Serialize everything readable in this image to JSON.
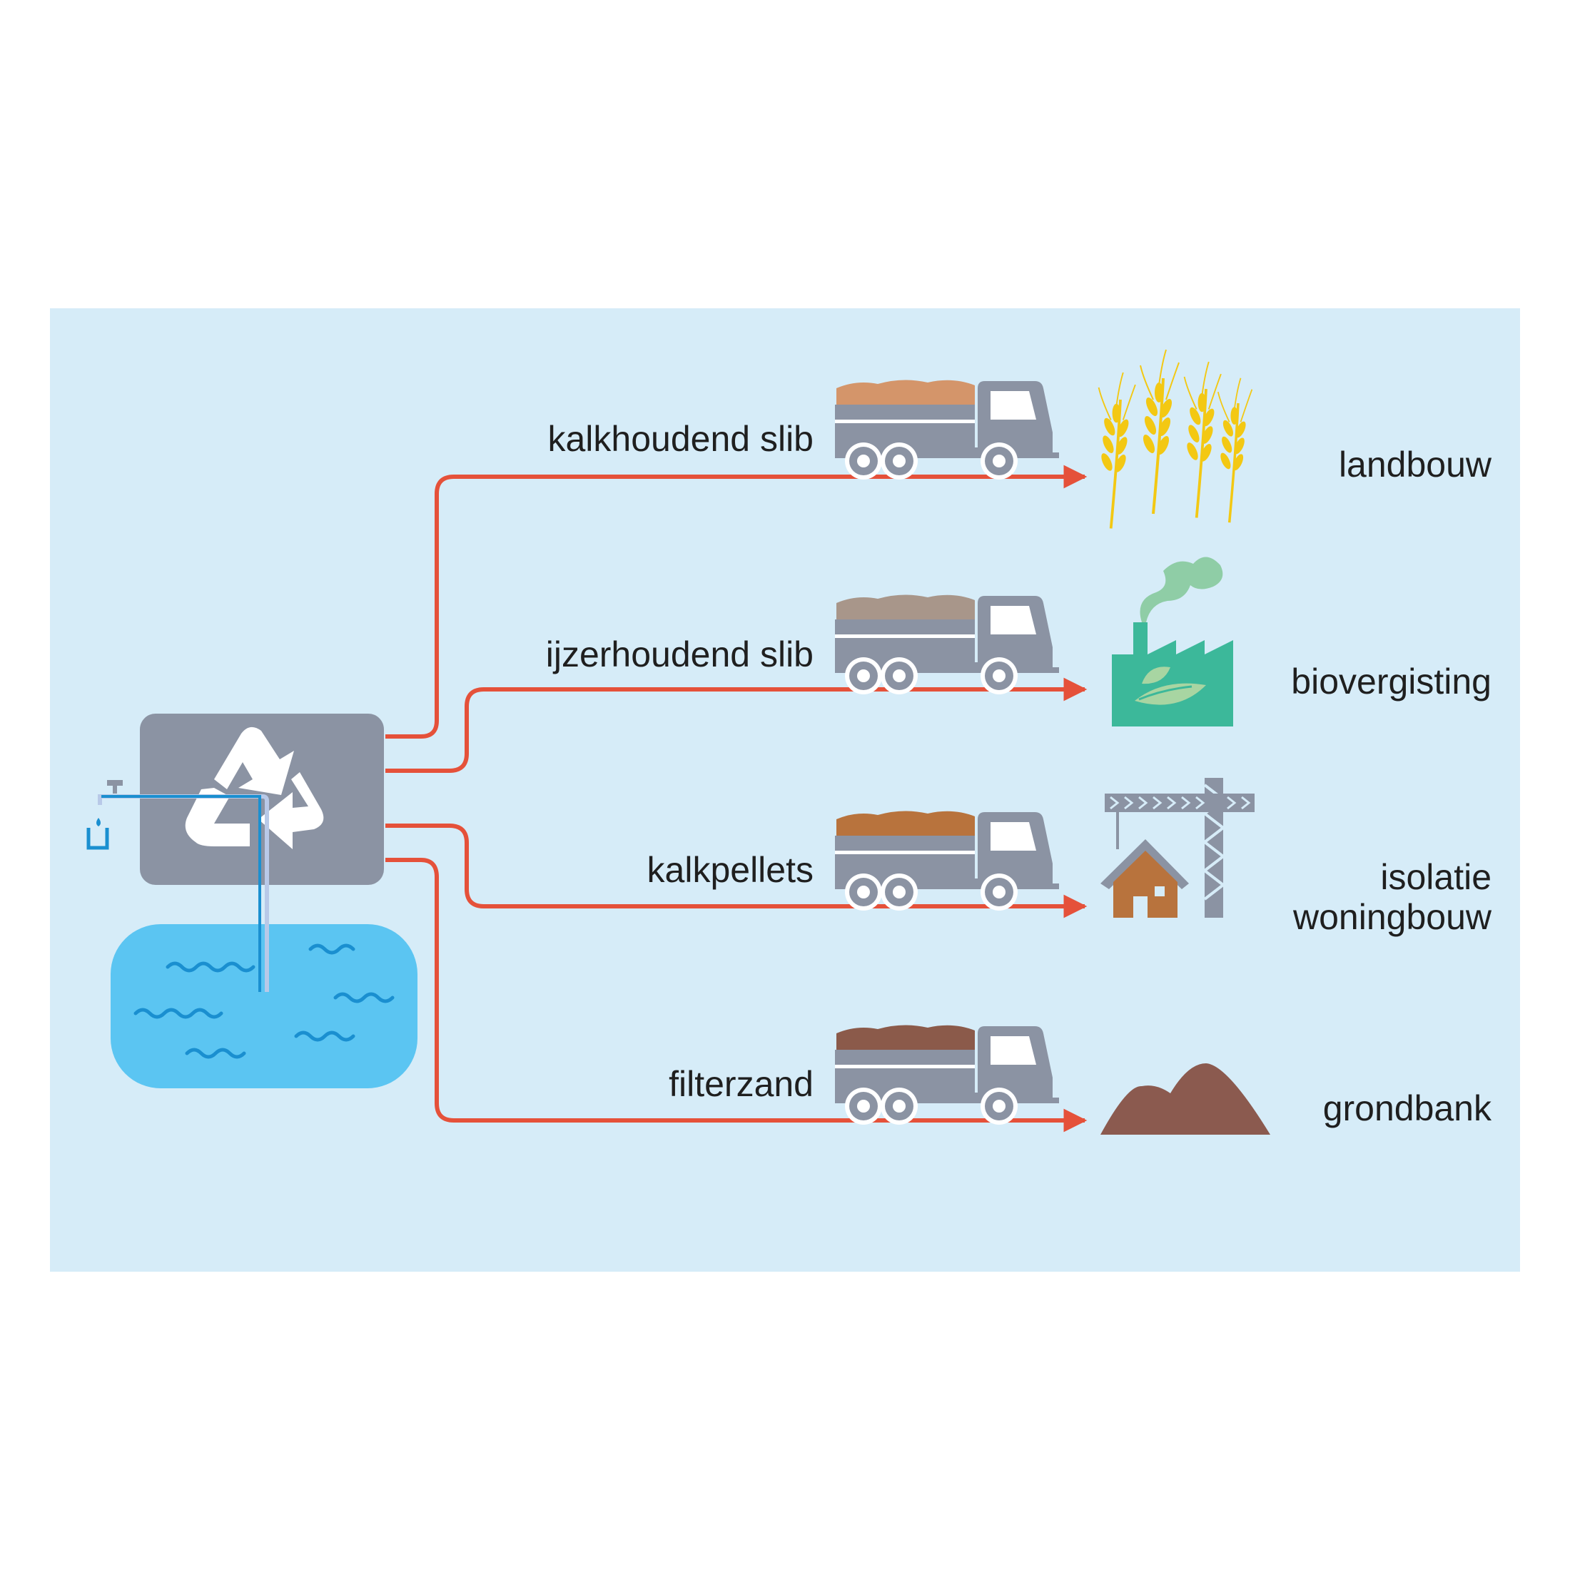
{
  "flows": [
    {
      "material": "kalkhoudend slib",
      "destination": [
        "landbouw"
      ],
      "load_color": "#d4956a",
      "destination_icon": "wheat-icon"
    },
    {
      "material": "ijzerhoudend slib",
      "destination": [
        "biovergisting"
      ],
      "load_color": "#a8968a",
      "destination_icon": "biogas-factory-icon"
    },
    {
      "material": "kalkpellets",
      "destination": [
        "isolatie",
        "woningbouw"
      ],
      "load_color": "#b8733d",
      "destination_icon": "house-crane-icon"
    },
    {
      "material": "filterzand",
      "destination": [
        "grondbank"
      ],
      "load_color": "#8b5a4a",
      "destination_icon": "soil-heap-icon"
    }
  ],
  "source": {
    "plant_icon": "recycle-icon",
    "tap_icon": "water-tap-icon",
    "reservoir_icon": "water-reservoir-icon"
  },
  "colors": {
    "background": "#d6ecf8",
    "flow_line": "#e5513a",
    "truck": "#8b93a3",
    "plant": "#8b93a3",
    "water": "#5bc5f2",
    "wave": "#1a8fd0",
    "factory": "#3cb89a",
    "wheat": "#f3c813",
    "house": "#b8733d",
    "soil": "#8b5a4f"
  }
}
